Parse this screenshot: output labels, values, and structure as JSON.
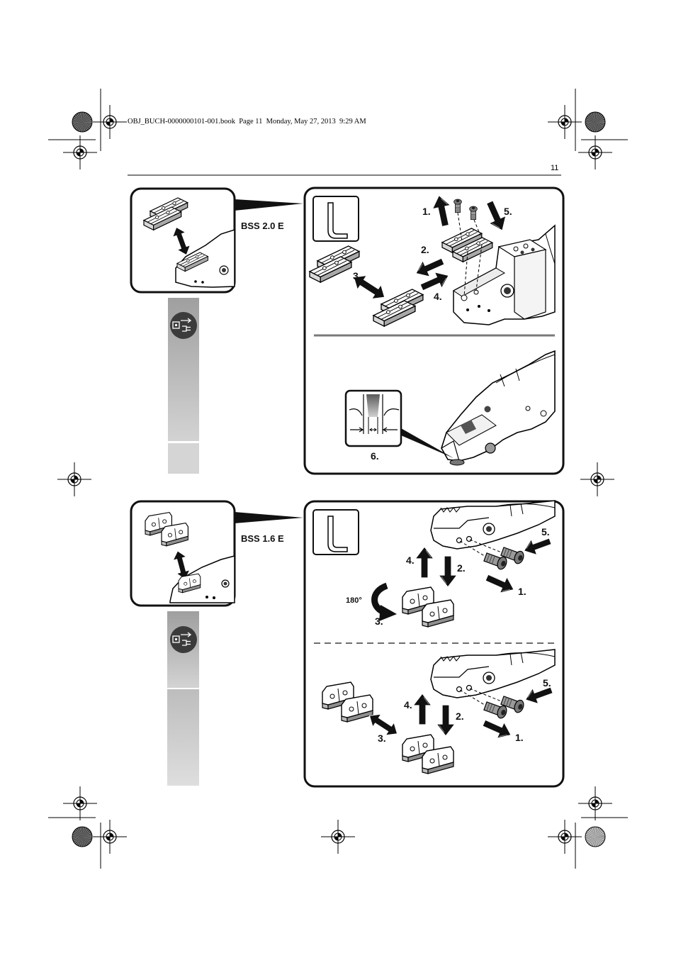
{
  "header": {
    "file_info": "OBJ_BUCH-0000000101-001.book  Page 11  Monday, May 27, 2013  9:29 AM"
  },
  "page_number": "11",
  "section_1": {
    "model_label": "BSS 2.0 E",
    "steps": {
      "step_1": "1.",
      "step_2": "2.",
      "step_3": "3.",
      "step_4": "4.",
      "step_5": "5.",
      "step_6": "6."
    }
  },
  "section_2": {
    "model_label": "BSS 1.6 E",
    "upper_steps": {
      "step_1": "1.",
      "step_2": "2.",
      "step_3": "3.",
      "step_4": "4.",
      "step_5": "5."
    },
    "rotation_label": "180°",
    "lower_steps": {
      "step_1": "1.",
      "step_2": "2.",
      "step_3": "3.",
      "step_4": "4.",
      "step_5": "5."
    }
  },
  "icons": {
    "tool_icon": "hex-key-icon",
    "sidebar_icon": "unplug-power-icon",
    "print_marks": "registration-mark-icon"
  },
  "colors": {
    "panel_border": "#111111",
    "sidebar_gray": "#b4b4b4",
    "divider_gray": "#7a7a7a",
    "arrow_fill": "#111111"
  }
}
